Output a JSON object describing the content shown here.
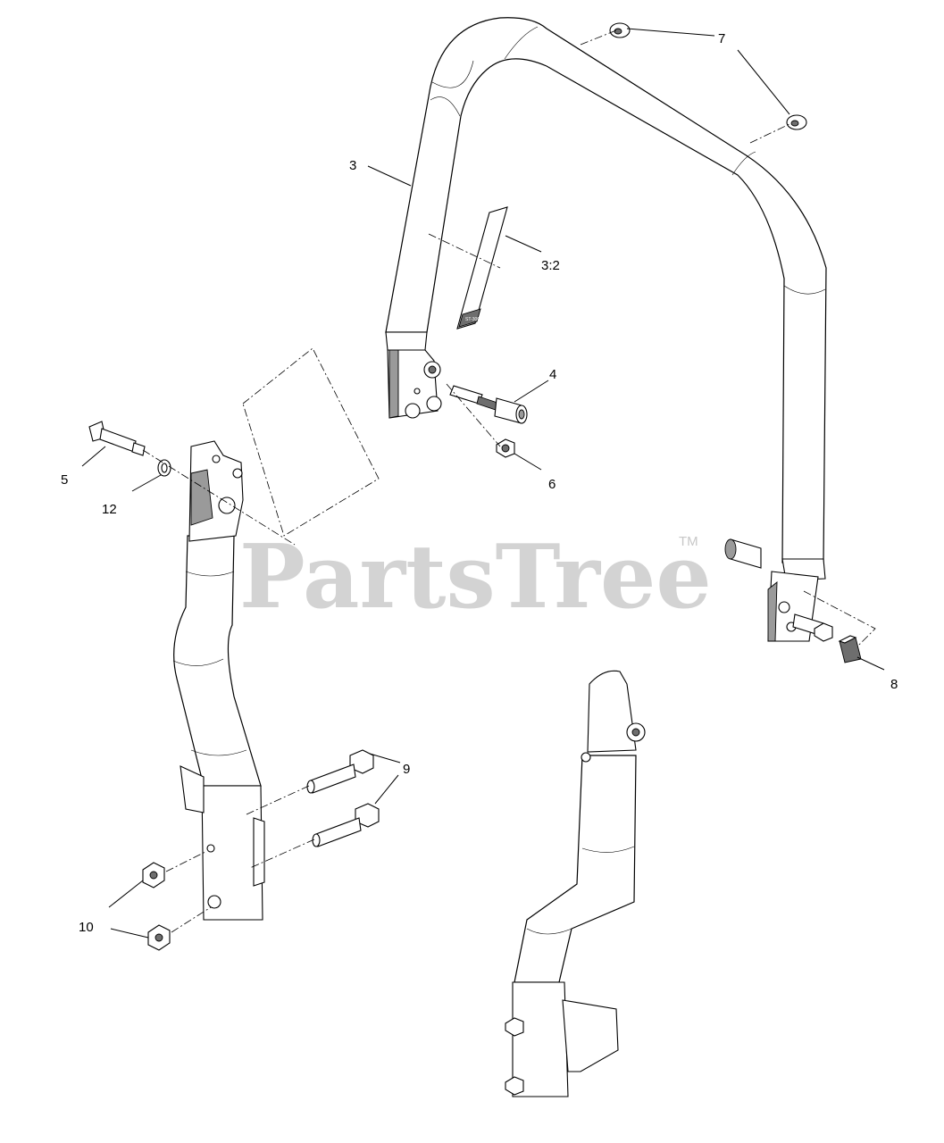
{
  "watermark": {
    "text": "PartsTree",
    "trademark": "TM"
  },
  "callouts": [
    {
      "id": "c3",
      "label": "3"
    },
    {
      "id": "c3-2",
      "label": "3:2"
    },
    {
      "id": "c4",
      "label": "4"
    },
    {
      "id": "c5",
      "label": "5"
    },
    {
      "id": "c6",
      "label": "6"
    },
    {
      "id": "c7",
      "label": "7"
    },
    {
      "id": "c8",
      "label": "8"
    },
    {
      "id": "c9",
      "label": "9"
    },
    {
      "id": "c10",
      "label": "10"
    },
    {
      "id": "c12",
      "label": "12"
    }
  ],
  "decal": {
    "text": "ST-3000"
  }
}
